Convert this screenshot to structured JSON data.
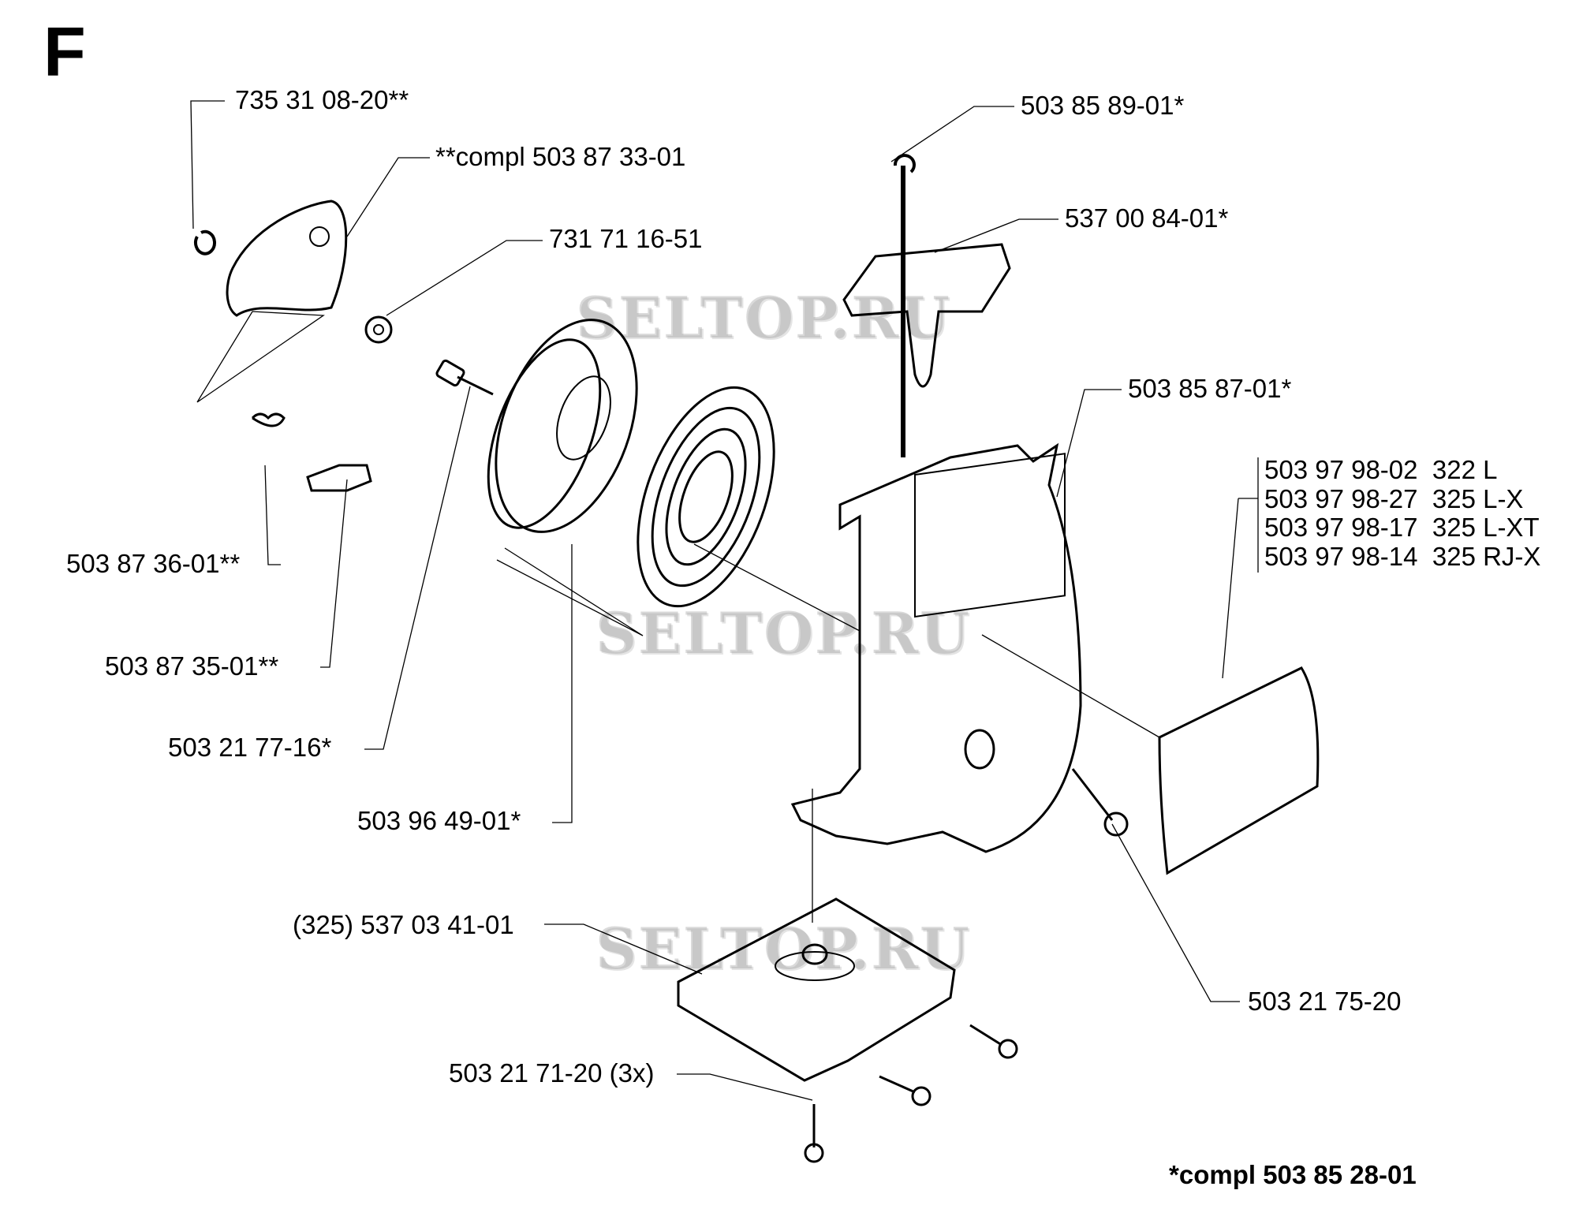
{
  "section_letter": "F",
  "watermark": "SELTOP.RU",
  "labels": {
    "circlip": "735 31 08-20**",
    "pawl_cover_kit": "**compl 503 87 33-01",
    "nut": "731 71 16-51",
    "spring_small": "503 87 36-01**",
    "pawl": "503 87 35-01**",
    "screw_pulley": "503 21 77-16*",
    "pulley_spring": "503 96 49-01*",
    "rope": "503 85 89-01*",
    "handle": "537 00 84-01*",
    "starter_housing": "503 85 87-01*",
    "bracket": "(325) 537 03 41-01",
    "screw_housing": "503 21 75-20",
    "screw_bracket": "503 21 71-20 (3x)",
    "complete_kit": "*compl 503 85 28-01"
  },
  "decal_list": [
    {
      "part": "503 97 98-02",
      "model": "322 L"
    },
    {
      "part": "503 97 98-27",
      "model": "325 L-X"
    },
    {
      "part": "503 97 98-17",
      "model": "325 L-XT"
    },
    {
      "part": "503 97 98-14",
      "model": "325 RJ-X"
    }
  ]
}
